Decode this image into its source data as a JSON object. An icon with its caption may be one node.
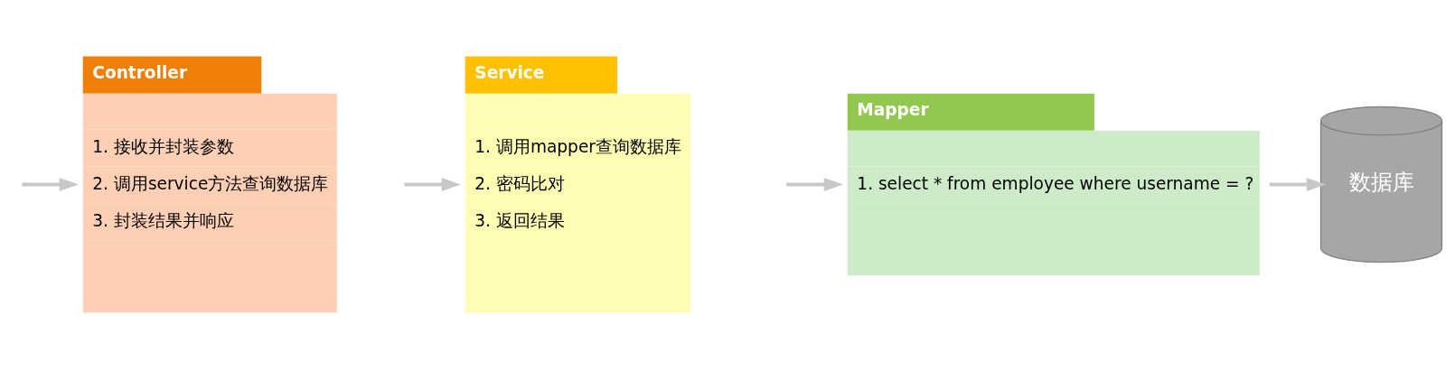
{
  "diagram": {
    "nodes": [
      {
        "text": [
          "Controller",
          "1. 接收并封装参数",
          "2. 调用service方法查询数据库",
          "3. 封装结果并响应"
        ]
      },
      {
        "text": [
          "Service",
          "1. 调用mapper查询数据库",
          "2. 密码比对",
          "3. 返回结果"
        ]
      },
      {
        "text": [
          "Mapper",
          "1. select * from employee where username = ?"
        ]
      },
      {
        "text": [
          "数据库"
        ]
      }
    ],
    "edges": [
      {
        "from": null,
        "to": 0,
        "arrow": "to"
      },
      {
        "from": 0,
        "to": 1,
        "arrow": "to"
      },
      {
        "from": 1,
        "to": 2,
        "arrow": "to"
      },
      {
        "from": 2,
        "to": 3,
        "arrow": "to"
      }
    ]
  }
}
